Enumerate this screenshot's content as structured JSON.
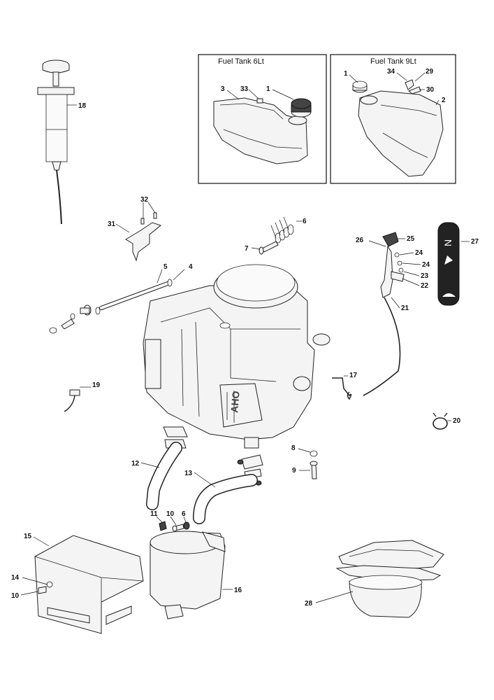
{
  "insets": {
    "tank_6lt_title": "Fuel Tank 6Lt",
    "tank_9lt_title": "Fuel Tank 9Lt"
  },
  "callouts": {
    "c1a": "1",
    "c3": "3",
    "c33": "33",
    "c1b": "1",
    "c34": "34",
    "c29": "29",
    "c30": "30",
    "c2": "2",
    "c18": "18",
    "c32": "32",
    "c31": "31",
    "c6a": "6",
    "c7": "7",
    "c5": "5",
    "c4": "4",
    "c26": "26",
    "c25": "25",
    "c27": "27",
    "c24a": "24",
    "c24b": "24",
    "c23": "23",
    "c22": "22",
    "c21": "21",
    "c17": "17",
    "c19": "19",
    "c20": "20",
    "c8": "8",
    "c9": "9",
    "c12": "12",
    "c13": "13",
    "c11": "11",
    "c10a": "10",
    "c6b": "6",
    "c15": "15",
    "c14": "14",
    "c10b": "10",
    "c16": "16",
    "c28": "28"
  },
  "decal": {
    "letter": "N"
  }
}
